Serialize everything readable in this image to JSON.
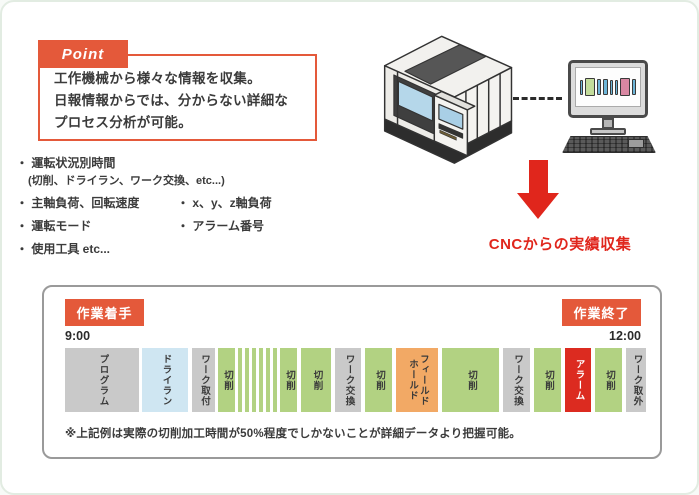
{
  "point": {
    "tag": "Point",
    "lines": [
      "工作機械から様々な情報を収集。",
      "日報情報からでは、分からない詳細な",
      "プロセス分析が可能。"
    ]
  },
  "bullets": {
    "item1": "・ 運転状況別時間",
    "item1_sub": "(切削、ドライラン、ワーク交換、etc...)",
    "item2": "・ 主軸負荷、回転速度",
    "item3": "・ 運転モード",
    "item4": "・ 使用工具  etc...",
    "col2_item1": "・ x、y、z軸負荷",
    "col2_item2": "・ アラーム番号"
  },
  "cnc_label": "CNCからの実績収集",
  "illustration": {
    "monitor_bars": [
      {
        "color": "#6db5d8",
        "w": 3,
        "h": 15
      },
      {
        "color": "#c3dc9b",
        "w": 10,
        "h": 18
      },
      {
        "color": "#6db5d8",
        "w": 4,
        "h": 16
      },
      {
        "color": "#6db5d8",
        "w": 5,
        "h": 16
      },
      {
        "color": "#6db5d8",
        "w": 3,
        "h": 15
      },
      {
        "color": "#6db5d8",
        "w": 3,
        "h": 15
      },
      {
        "color": "#d987a2",
        "w": 10,
        "h": 18
      },
      {
        "color": "#6db5d8",
        "w": 4,
        "h": 16
      }
    ]
  },
  "timeline": {
    "start_badge": "作業着手",
    "end_badge": "作業終了",
    "start_time": "9:00",
    "end_time": "12:00",
    "note": "※上記例は実際の切削加工時間が50%程度でしかないことが詳細データより把握可能。",
    "colors": {
      "gray": "#c9c9c9",
      "blue": "#cfe6f2",
      "green": "#b2d282",
      "orange": "#f2a965",
      "red": "#dc2b20"
    },
    "segments": [
      {
        "label": "プログラム",
        "type": "gray",
        "w": 74,
        "gap": 0
      },
      {
        "label": "ドライラン",
        "type": "blue",
        "w": 46,
        "gap": 3
      },
      {
        "label": "ワーク取付",
        "type": "gray",
        "w": 23,
        "gap": 4
      },
      {
        "label": "切削",
        "type": "green",
        "w": 17,
        "gap": 3
      },
      {
        "label": "",
        "type": "green",
        "w": 4,
        "gap": 3
      },
      {
        "label": "",
        "type": "green",
        "w": 4,
        "gap": 3
      },
      {
        "label": "",
        "type": "green",
        "w": 4,
        "gap": 3
      },
      {
        "label": "",
        "type": "green",
        "w": 4,
        "gap": 3
      },
      {
        "label": "",
        "type": "green",
        "w": 4,
        "gap": 3
      },
      {
        "label": "",
        "type": "green",
        "w": 4,
        "gap": 3
      },
      {
        "label": "切削",
        "type": "green",
        "w": 17,
        "gap": 3
      },
      {
        "label": "切削",
        "type": "green",
        "w": 30,
        "gap": 4
      },
      {
        "label": "ワーク交換",
        "type": "gray",
        "w": 26,
        "gap": 4
      },
      {
        "label": "切削",
        "type": "green",
        "w": 27,
        "gap": 4
      },
      {
        "label": "フィールド\nホールド",
        "type": "orange",
        "w": 42,
        "gap": 4
      },
      {
        "label": "切削",
        "type": "green",
        "w": 57,
        "gap": 4
      },
      {
        "label": "ワーク交換",
        "type": "gray",
        "w": 27,
        "gap": 4
      },
      {
        "label": "切削",
        "type": "green",
        "w": 27,
        "gap": 4
      },
      {
        "label": "アラーム",
        "type": "red",
        "w": 26,
        "gap": 4
      },
      {
        "label": "切削",
        "type": "green",
        "w": 27,
        "gap": 4
      },
      {
        "label": "ワーク取外",
        "type": "gray",
        "w": 20,
        "gap": 4
      }
    ]
  },
  "accent_color": "#e4593a",
  "red_color": "#e0261c"
}
